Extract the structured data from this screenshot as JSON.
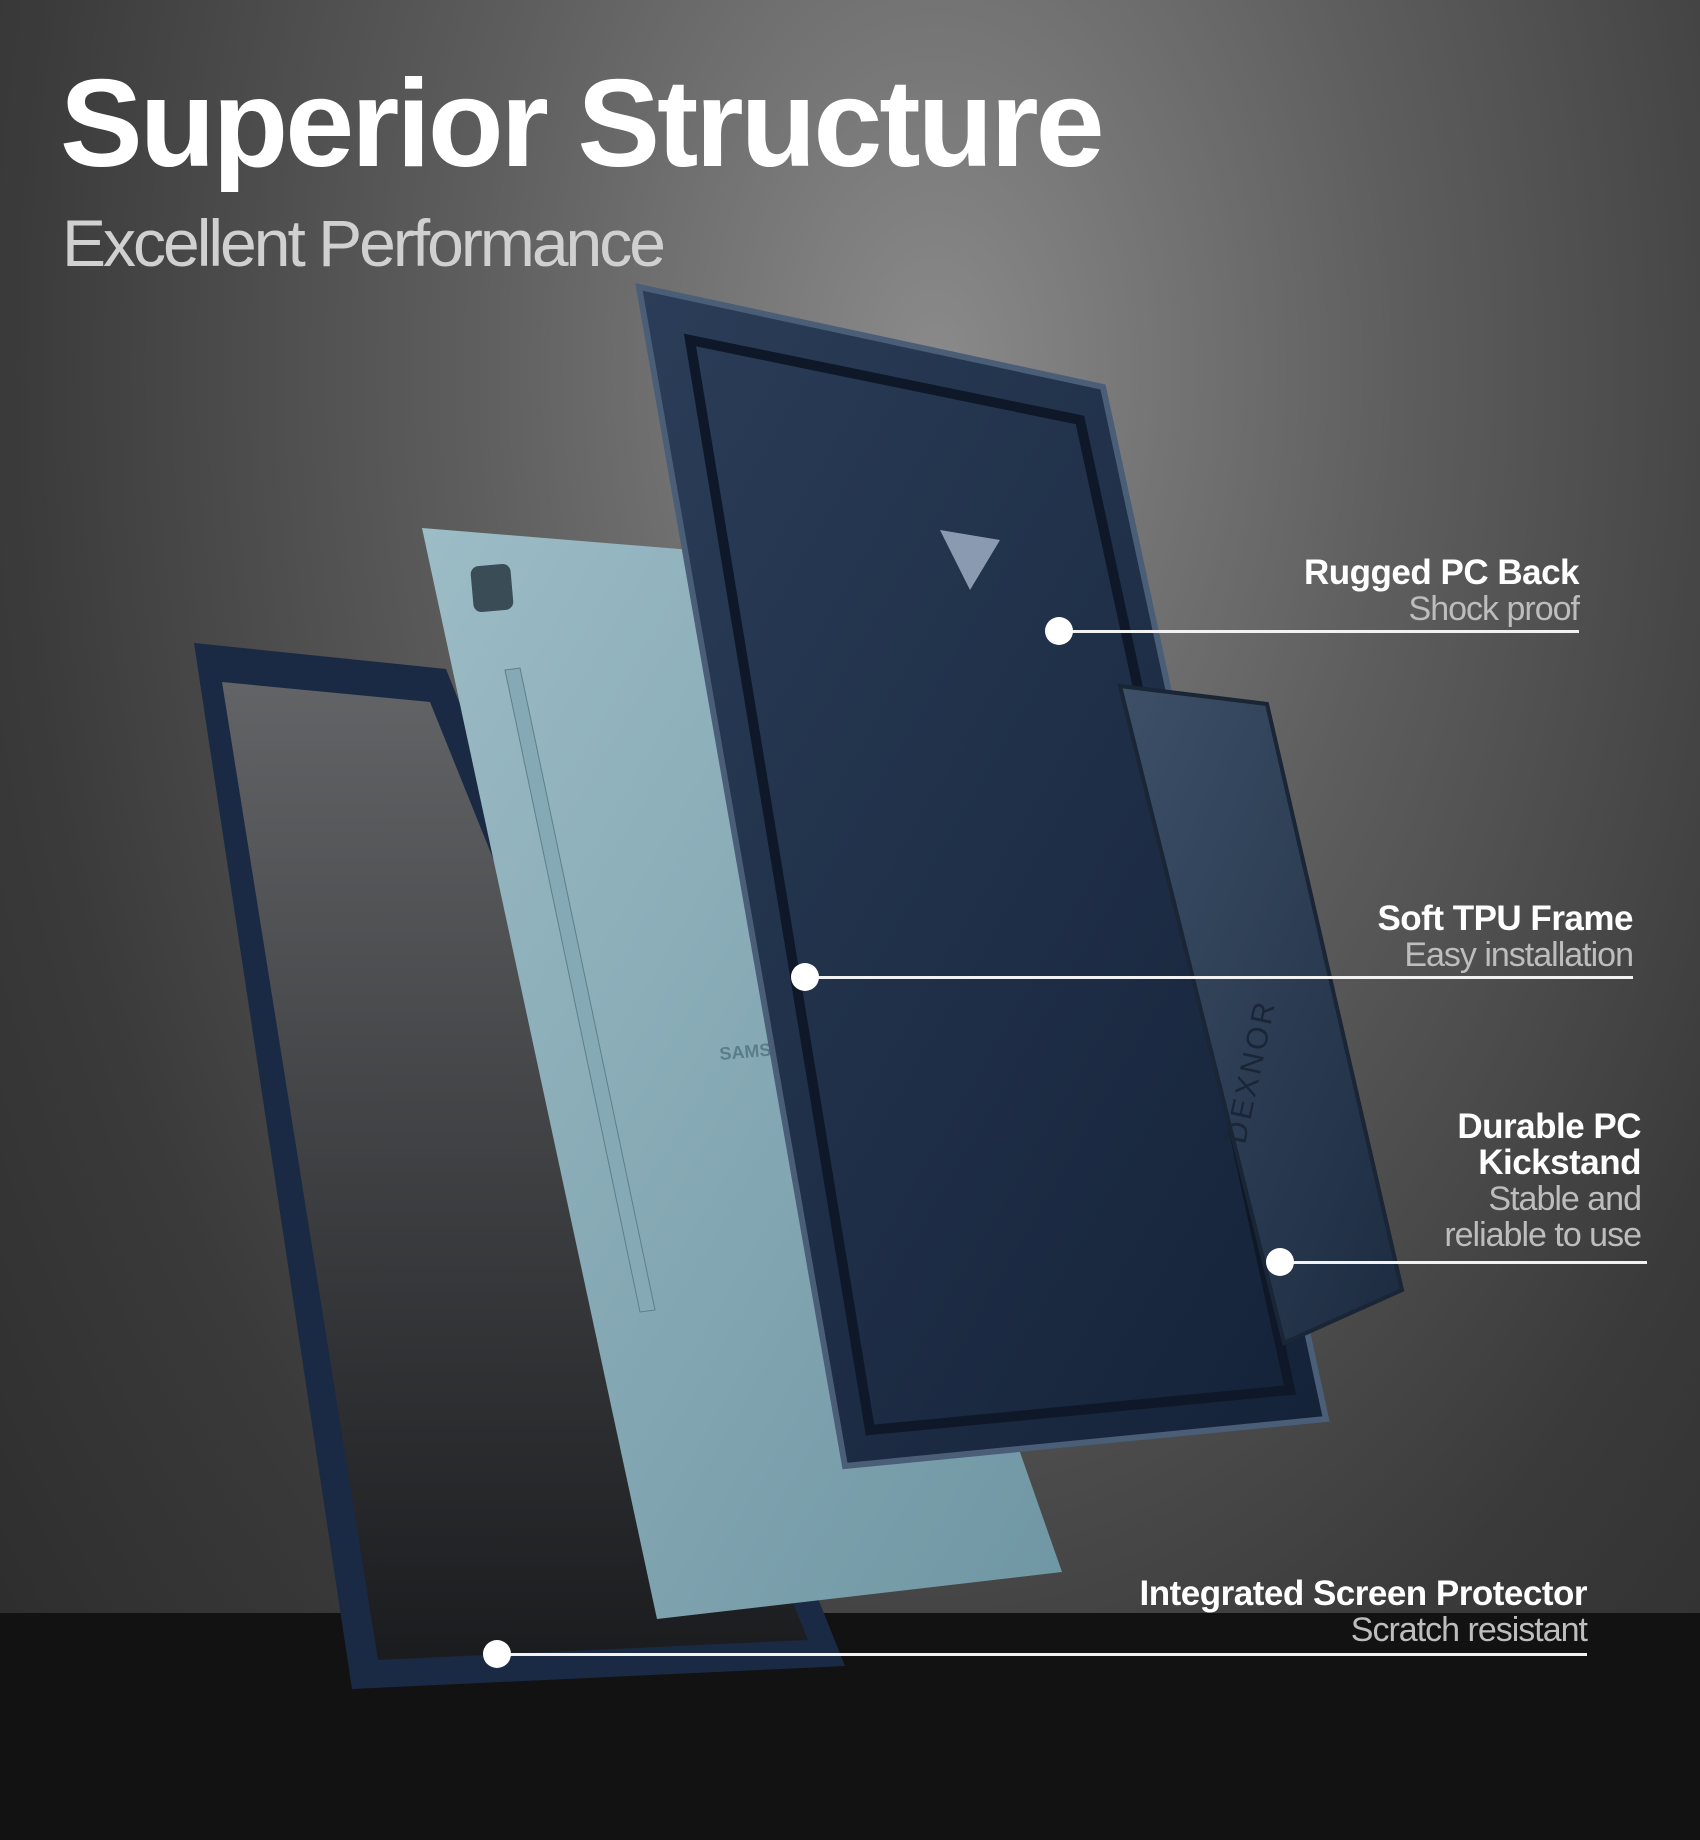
{
  "header": {
    "title": "Superior Structure",
    "subtitle": "Excellent Performance"
  },
  "product": {
    "brand_mark": "DEXNOR",
    "tablet_mark": "SAMSUNG"
  },
  "callouts": [
    {
      "title": "Rugged PC Back",
      "subtitle": "Shock proof"
    },
    {
      "title": "Soft TPU Frame",
      "subtitle": "Easy installation"
    },
    {
      "title_line1": "Durable PC",
      "title_line2": "Kickstand",
      "subtitle_line1": "Stable  and",
      "subtitle_line2": "reliable to use"
    },
    {
      "title": "Integrated Screen Protector",
      "subtitle": "Scratch resistant"
    }
  ],
  "colors": {
    "case": "#1d2d45",
    "tablet": "#7fa4b0",
    "frame": "#1a2a44"
  }
}
